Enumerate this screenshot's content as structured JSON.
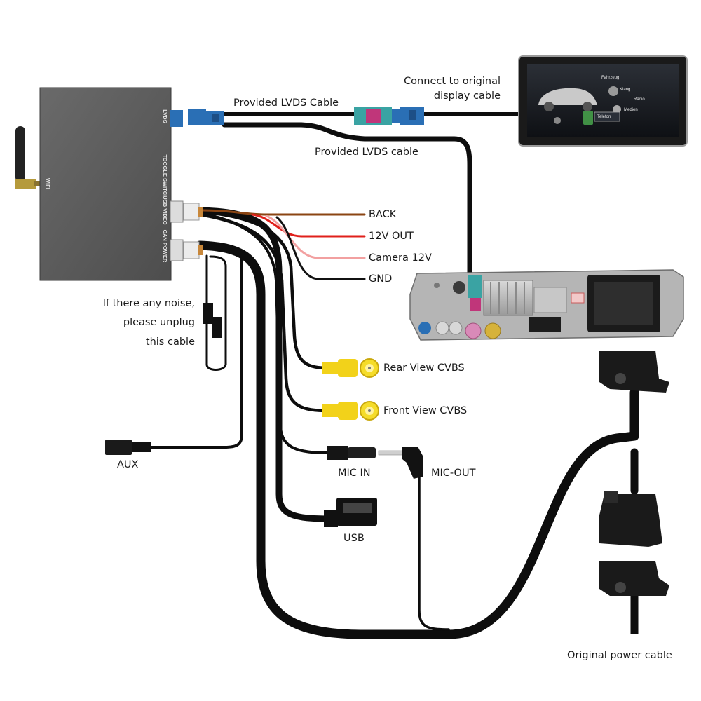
{
  "module": {
    "ports": {
      "lvds": "LVDS",
      "toggle_switch": "TOGGLE SWITCH",
      "usb_video": "USB VIDEO",
      "can_power": "CAN POWER",
      "wifi": "WIFI"
    }
  },
  "labels": {
    "provided_lvds_cable_top": "Provided LVDS Cable",
    "connect_original_display_line1": "Connect to original",
    "connect_original_display_line2": "display cable",
    "provided_lvds_cable_lower": "Provided LVDS cable",
    "back": "BACK",
    "out_12v": "12V OUT",
    "camera_12v": "Camera 12V",
    "gnd": "GND",
    "noise_line1": "If there any noise,",
    "noise_line2": "please unplug",
    "noise_line3": "this cable",
    "rear_view_cvbs": "Rear View CVBS",
    "front_view_cvbs": "Front View CVBS",
    "aux": "AUX",
    "mic_in": "MIC IN",
    "mic_out": "MIC-OUT",
    "usb": "USB",
    "original_power_cable": "Original power cable"
  },
  "screen": {
    "menu": {
      "fahrzeug": "Fahrzeug",
      "klang": "Klang",
      "radio": "Radio",
      "medien": "Medien",
      "telefon": "Telefon"
    }
  },
  "colors": {
    "module_body": "#595959",
    "lvds_blue": "#2a6fb5",
    "lvds_teal": "#3aa3a3",
    "lvds_pink": "#c0367a",
    "rca_yellow": "#f2d21a",
    "wire_brown": "#8b4513",
    "wire_red": "#e0201b",
    "wire_pink": "#f2a0a0",
    "wire_black": "#111111",
    "cable_black": "#0d0d0d"
  }
}
